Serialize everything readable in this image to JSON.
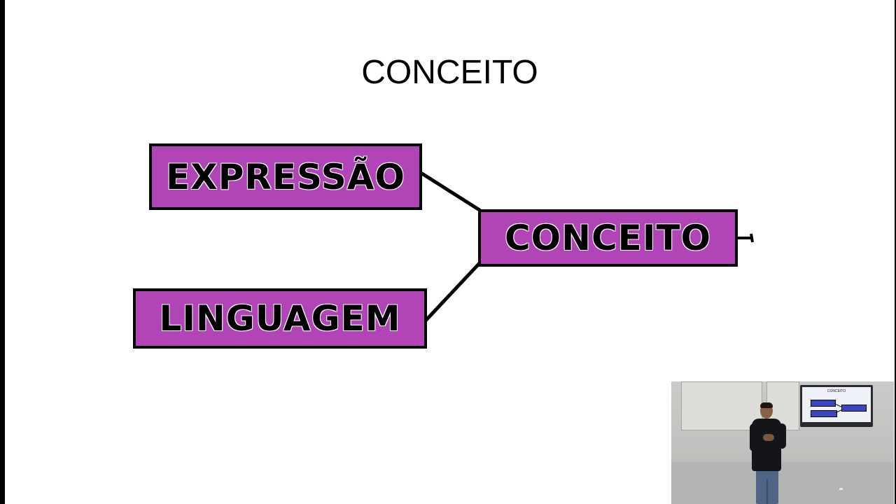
{
  "slide": {
    "title": "CONCEITO"
  },
  "diagram": {
    "nodes": [
      {
        "id": "expressao",
        "label": "EXPRESSÃO"
      },
      {
        "id": "conceito",
        "label": "CONCEITO"
      },
      {
        "id": "linguagem",
        "label": "LINGUAGEM"
      }
    ],
    "edges": [
      {
        "from": "expressao",
        "to": "conceito"
      },
      {
        "from": "linguagem",
        "to": "conceito"
      }
    ],
    "colors": {
      "node_fill": "#b144b7",
      "node_border": "#000000",
      "connector": "#000000"
    }
  },
  "video_inset": {
    "content": "presenter-camera-feed",
    "screen_title": "CONCEITO"
  }
}
